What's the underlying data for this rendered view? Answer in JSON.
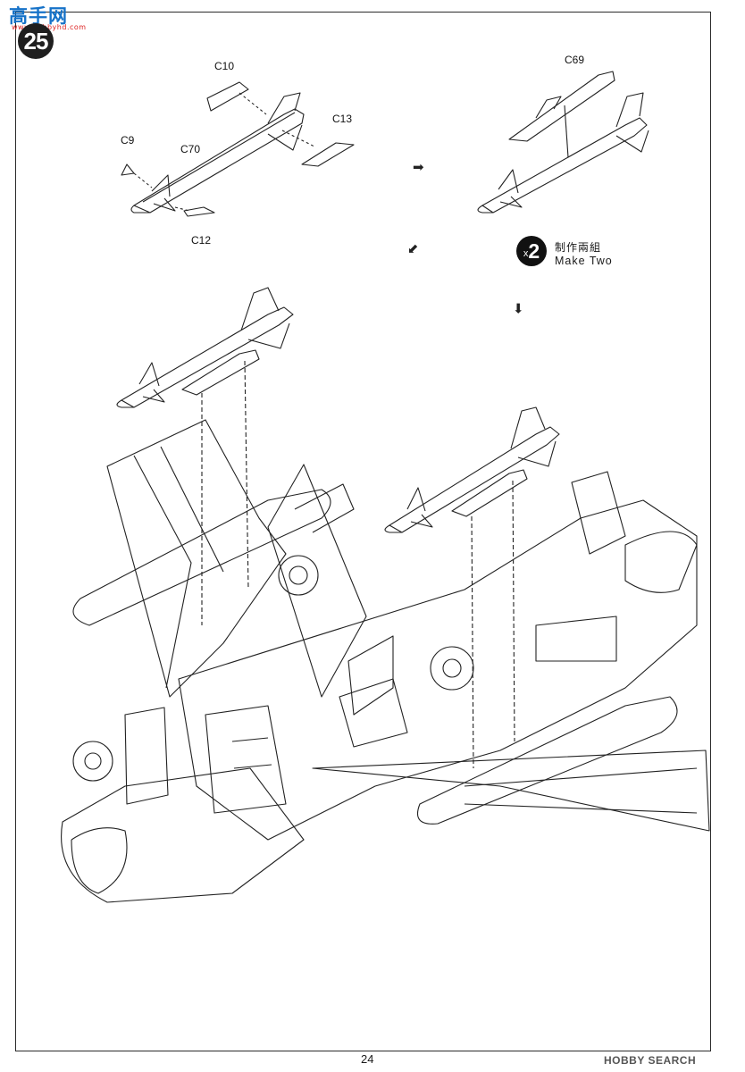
{
  "watermark": {
    "brand": "高手网",
    "site": "www.hobbyhd.com"
  },
  "step_number": "25",
  "parts": {
    "c10": "C10",
    "c13": "C13",
    "c9": "C9",
    "c70": "C70",
    "c12": "C12",
    "c69": "C69"
  },
  "instruction": {
    "multiplier_prefix": "x",
    "multiplier_value": "2",
    "chinese": "制作兩組",
    "english": "Make Two"
  },
  "page_number": "24",
  "footer_logo": "HOBBY SEARCH",
  "icons": {
    "arrow_right": "arrow-right-icon",
    "arrow_down_left": "arrow-down-left-icon",
    "arrow_down": "arrow-down-icon"
  }
}
